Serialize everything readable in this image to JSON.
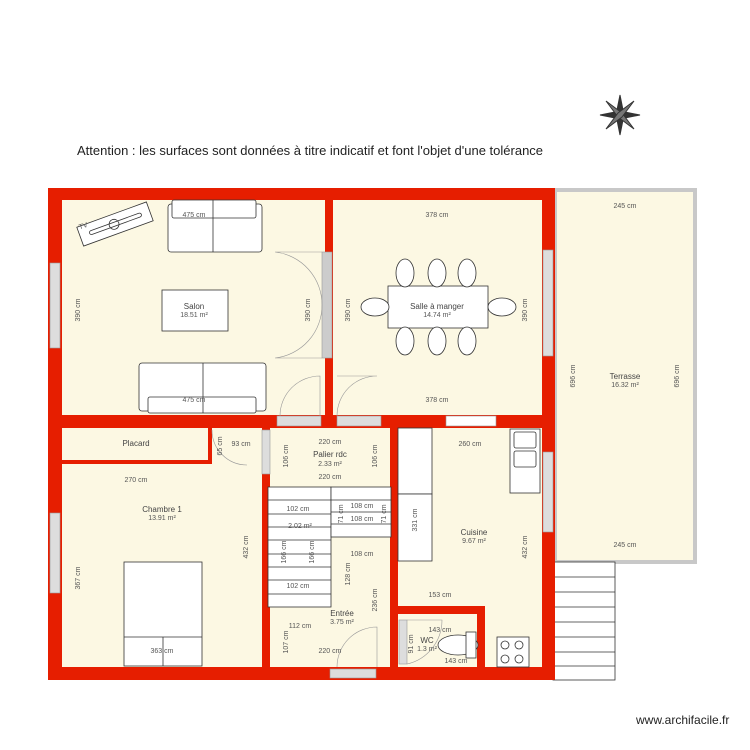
{
  "notice": "Attention : les surfaces sont données à titre indicatif et font l'objet d'une tolérance",
  "brand": "www.archifacile.fr",
  "colors": {
    "wall": "#e61e00",
    "floor": "#fcf8e3",
    "terrace_border": "#c8c8c8"
  },
  "rooms": {
    "salon": {
      "name": "Salon",
      "area": "18.51 m²"
    },
    "salle": {
      "name": "Salle à manger",
      "area": "14.74 m²"
    },
    "terrasse": {
      "name": "Terrasse",
      "area": "16.32 m²"
    },
    "placard": {
      "name": "Placard"
    },
    "chambre": {
      "name": "Chambre 1",
      "area": "13.91 m²"
    },
    "palier": {
      "name": "Palier rdc",
      "area": "2.33 m²"
    },
    "escalier": {
      "area": "2.02 m²"
    },
    "entree": {
      "name": "Entrée",
      "area": "3.75 m²"
    },
    "cuisine": {
      "name": "Cuisine",
      "area": "9.67 m²"
    },
    "wc": {
      "name": "WC",
      "area": "1.3 m²"
    }
  },
  "furniture": {
    "tv": "TV"
  },
  "dims": {
    "salon_top": "475 cm",
    "salon_bottom": "475 cm",
    "salon_left": "390 cm",
    "salon_right": "390 cm",
    "salle_top": "378 cm",
    "salle_bottom": "378 cm",
    "salle_left": "390 cm",
    "salle_right": "390 cm",
    "terr_top": "245 cm",
    "terr_bottom": "245 cm",
    "terr_left": "696 cm",
    "terr_right": "696 cm",
    "placard_side": "65 cm",
    "placard_w": "93 cm",
    "ch_top": "270 cm",
    "ch_left": "367 cm",
    "ch_right": "432 cm",
    "ch_bottom": "363 cm",
    "pal_top": "220 cm",
    "pal_bottom": "220 cm",
    "pal_left": "106 cm",
    "pal_right": "106 cm",
    "st_top": "102 cm",
    "st_bottom": "102 cm",
    "st_v1": "166 cm",
    "st_v2": "166 cm",
    "st2_a": "108 cm",
    "st2_b": "108 cm",
    "st2_c": "71 cm",
    "st2_d": "71 cm",
    "ent_top": "108 cm",
    "ent_v1": "128 cm",
    "ent_v2": "236 cm",
    "ent_w": "112 cm",
    "ent_h": "107 cm",
    "ent_bottom": "220 cm",
    "cu_top": "260 cm",
    "cu_cab": "331 cm",
    "cu_right": "432 cm",
    "cu_bottom": "153 cm",
    "wc_top": "143 cm",
    "wc_side": "91 cm",
    "wc_bottom": "143 cm"
  }
}
